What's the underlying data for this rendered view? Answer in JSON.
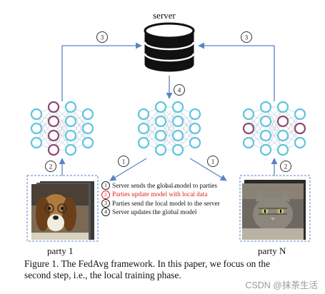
{
  "server": {
    "label": "server"
  },
  "steps": {
    "s1": "1",
    "s2": "2",
    "s3": "3",
    "s4": "4"
  },
  "ellipsis": "· · ·",
  "legend": [
    {
      "num": "1",
      "text": "Server sends the global model to parties",
      "highlight": false
    },
    {
      "num": "2",
      "text": "Parties update model with local data",
      "highlight": true
    },
    {
      "num": "3",
      "text": "Parties send the local model to the server",
      "highlight": false
    },
    {
      "num": "4",
      "text": "Server updates the global model",
      "highlight": false
    }
  ],
  "parties": {
    "left": "party 1",
    "right": "party N"
  },
  "caption": {
    "line1": "Figure 1. The FedAvg framework.  In this paper, we focus on the",
    "line2": "second step, i.e., the local training phase."
  },
  "watermark": "CSDN @抹茶生活",
  "colors": {
    "node_blue": "#5fc4de",
    "node_purple": "#8c4a72",
    "arrow": "#5b84c4",
    "dashed_box": "#5b84c4",
    "highlight_red": "#e02020"
  }
}
